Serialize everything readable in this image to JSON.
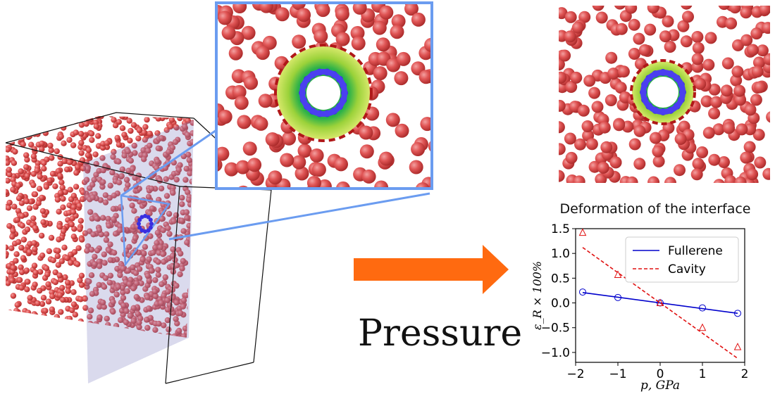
{
  "figure": {
    "pressure_label": "Pressure",
    "chart_title": "Deformation of the interface"
  },
  "colors": {
    "molecule": "#e05050",
    "zoom_frame": "#6b9cf0",
    "arrow": "#ff6a10",
    "fullerene": "#3a2ee0",
    "shell": "#8fcc2a",
    "cavity_boundary": "#b01818",
    "series_fullerene": "#0000cc",
    "series_cavity": "#e01010"
  },
  "chart_data": {
    "type": "line",
    "title": "Deformation of the interface",
    "xlabel": "p, GPa",
    "ylabel": "ε_R × 100%",
    "xlim": [
      -2,
      2
    ],
    "ylim": [
      -1.2,
      1.5
    ],
    "x_ticks": [
      "−2",
      "−1",
      "0",
      "1",
      "2"
    ],
    "y_ticks": [
      "1.5",
      "1.0",
      "0.5",
      "0.0",
      "−0.5",
      "−1.0"
    ],
    "legend_position": "top-right",
    "series": [
      {
        "name": "Fullerene",
        "style": "solid",
        "marker": "circle",
        "x": [
          -2,
          -1,
          0,
          1,
          2
        ],
        "y": [
          0.22,
          0.11,
          0.0,
          -0.1,
          -0.21
        ],
        "fit_y": [
          0.21,
          -0.21
        ]
      },
      {
        "name": "Cavity",
        "style": "dashed",
        "marker": "triangle",
        "x": [
          -2,
          -1,
          0,
          1,
          2
        ],
        "y": [
          1.42,
          0.57,
          0.0,
          -0.5,
          -0.89
        ],
        "fit_y": [
          1.12,
          -1.12
        ]
      }
    ]
  }
}
